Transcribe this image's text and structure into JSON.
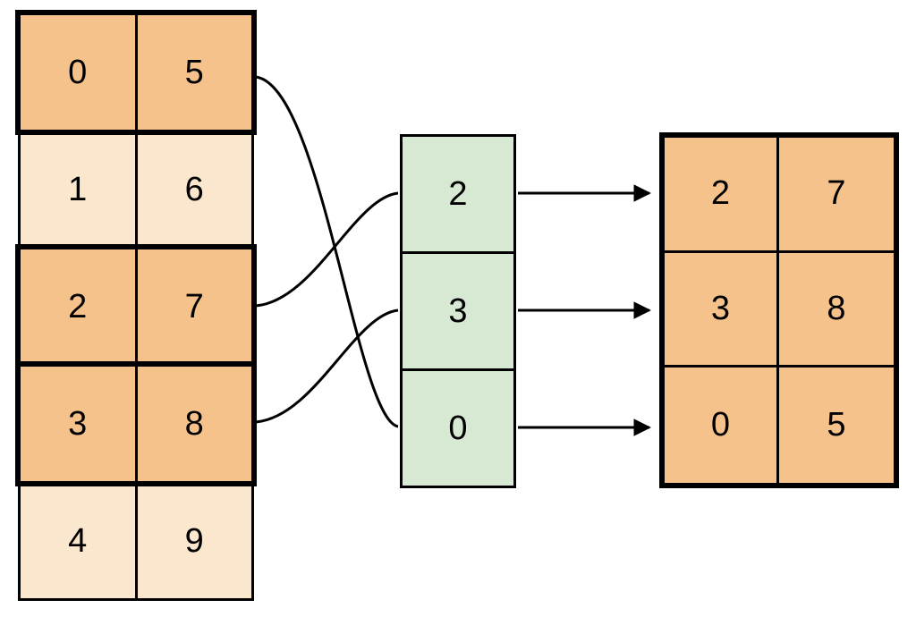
{
  "diagram": {
    "source_table": {
      "rows": [
        {
          "values": [
            "0",
            "5"
          ],
          "highlighted": true
        },
        {
          "values": [
            "1",
            "6"
          ],
          "highlighted": false
        },
        {
          "values": [
            "2",
            "7"
          ],
          "highlighted": true
        },
        {
          "values": [
            "3",
            "8"
          ],
          "highlighted": true
        },
        {
          "values": [
            "4",
            "9"
          ],
          "highlighted": false
        }
      ]
    },
    "index_column": {
      "values": [
        "2",
        "3",
        "0"
      ]
    },
    "result_table": {
      "rows": [
        [
          "2",
          "7"
        ],
        [
          "3",
          "8"
        ],
        [
          "0",
          "5"
        ]
      ]
    },
    "connections": {
      "source_to_index": [
        {
          "source_row_values": [
            "0",
            "5"
          ],
          "index_value": "0"
        },
        {
          "source_row_values": [
            "2",
            "7"
          ],
          "index_value": "2"
        },
        {
          "source_row_values": [
            "3",
            "8"
          ],
          "index_value": "3"
        }
      ],
      "index_to_result": [
        {
          "index_value": "2",
          "result_row_values": [
            "2",
            "7"
          ]
        },
        {
          "index_value": "3",
          "result_row_values": [
            "3",
            "8"
          ]
        },
        {
          "index_value": "0",
          "result_row_values": [
            "0",
            "5"
          ]
        }
      ]
    },
    "colors": {
      "highlight_fill": "#f6c28c",
      "light_fill": "#fbe6ce",
      "index_fill": "#d7e9d2",
      "line": "#000000"
    }
  }
}
